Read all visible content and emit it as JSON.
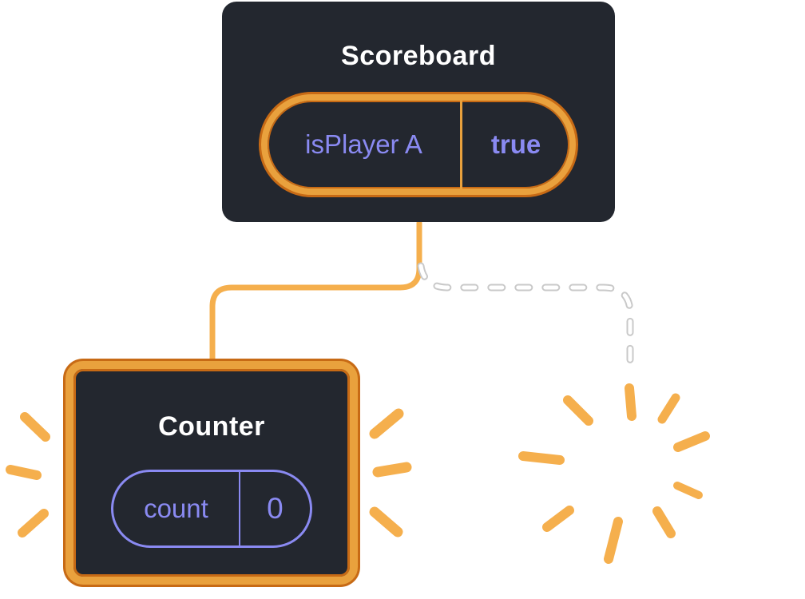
{
  "diagram": {
    "scoreboard": {
      "title": "Scoreboard",
      "state": {
        "key": "isPlayer A",
        "value": "true"
      }
    },
    "counter": {
      "title": "Counter",
      "state": {
        "key": "count",
        "value": "0"
      }
    }
  },
  "colors": {
    "card_bg": "#23272F",
    "title_text": "#FFFFFF",
    "state_purple": "#8A8AF2",
    "highlight_orange": "#F5AF4D",
    "highlight_orange_border": "#E9A13D",
    "highlight_orange_dark": "#C76A15",
    "dash_outline": "#C9C9C9",
    "dash_fill": "#FFFFFF"
  },
  "icons": {
    "sparkle_icon": "four-pointed-star",
    "poof_burst_icon": "radiating-rays",
    "emphasis_rays": "spark-dashes"
  }
}
